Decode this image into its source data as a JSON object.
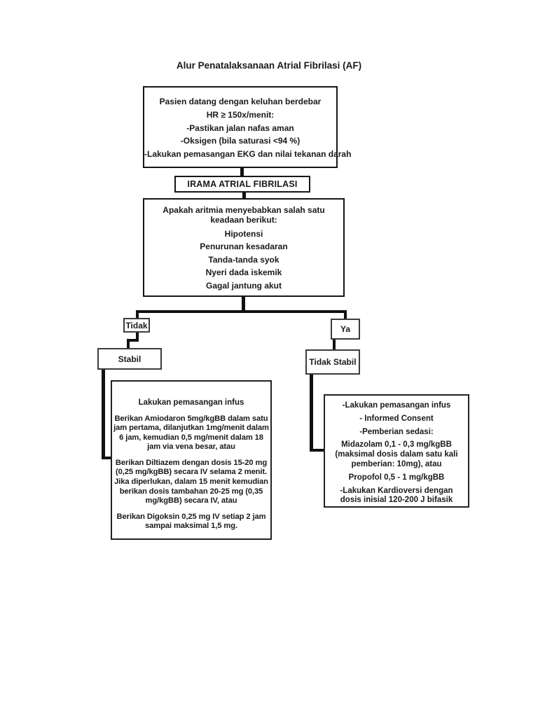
{
  "page": {
    "background": "#ffffff",
    "ink": "#1a1a1a"
  },
  "title": "Alur Penatalaksanaan Atrial Fibrilasi (AF)",
  "flow": {
    "intake": {
      "lines": [
        "Pasien datang dengan keluhan berdebar",
        "HR ≥ 150x/menit:",
        "-Pastikan jalan nafas aman",
        "-Oksigen (bila saturasi <94 %)",
        "-Lakukan pemasangan EKG dan nilai tekanan darah"
      ]
    },
    "rhythm": {
      "label": "IRAMA ATRIAL FIBRILASI"
    },
    "decision": {
      "question": "Apakah aritmia menyebabkan salah satu keadaan berikut:",
      "conditions": [
        "Hipotensi",
        "Penurunan kesadaran",
        "Tanda-tanda syok",
        "Nyeri dada iskemik",
        "Gagal jantung akut"
      ]
    },
    "branch_no": {
      "label": "Tidak"
    },
    "branch_yes": {
      "label": "Ya"
    },
    "stable": {
      "label": "Stabil"
    },
    "unstable": {
      "label": "Tidak Stabil"
    },
    "stable_rx": {
      "heading": "Lakukan pemasangan infus",
      "paragraphs": [
        {
          "text": "Berikan Amiodaron 5mg/kgBB dalam satu jam pertama, dilanjutkan 1mg/menit dalam 6 jam, kemudian 0,5 mg/menit dalam 18 jam via vena besar, ",
          "bold": "atau"
        },
        {
          "text": "Berikan Diltiazem dengan dosis 15-20 mg (0,25 mg/kgBB) secara IV selama 2 menit. Jika diperlukan, dalam 15 menit kemudian berikan dosis tambahan 20-25 mg (0,35 mg/kgBB) secara IV, ",
          "bold": "atau"
        },
        {
          "text": "Berikan Digoksin 0,25 mg IV setiap 2 jam sampai maksimal 1,5 mg.",
          "bold": ""
        }
      ]
    },
    "unstable_rx": {
      "items": [
        {
          "text": "-Lakukan pemasangan infus",
          "bold": ""
        },
        {
          "text": "- Informed Consent",
          "bold": ""
        },
        {
          "text": "-Pemberian sedasi:",
          "bold": ""
        },
        {
          "text": "Midazolam 0,1 - 0,3 mg/kgBB (maksimal dosis dalam satu kali pemberian: 10mg), ",
          "bold": "atau"
        },
        {
          "text": "Propofol 0,5 - 1 mg/kgBB",
          "bold": ""
        },
        {
          "text": "-Lakukan Kardioversi dengan dosis inisial 120-200 J bifasik",
          "bold": ""
        }
      ]
    }
  }
}
